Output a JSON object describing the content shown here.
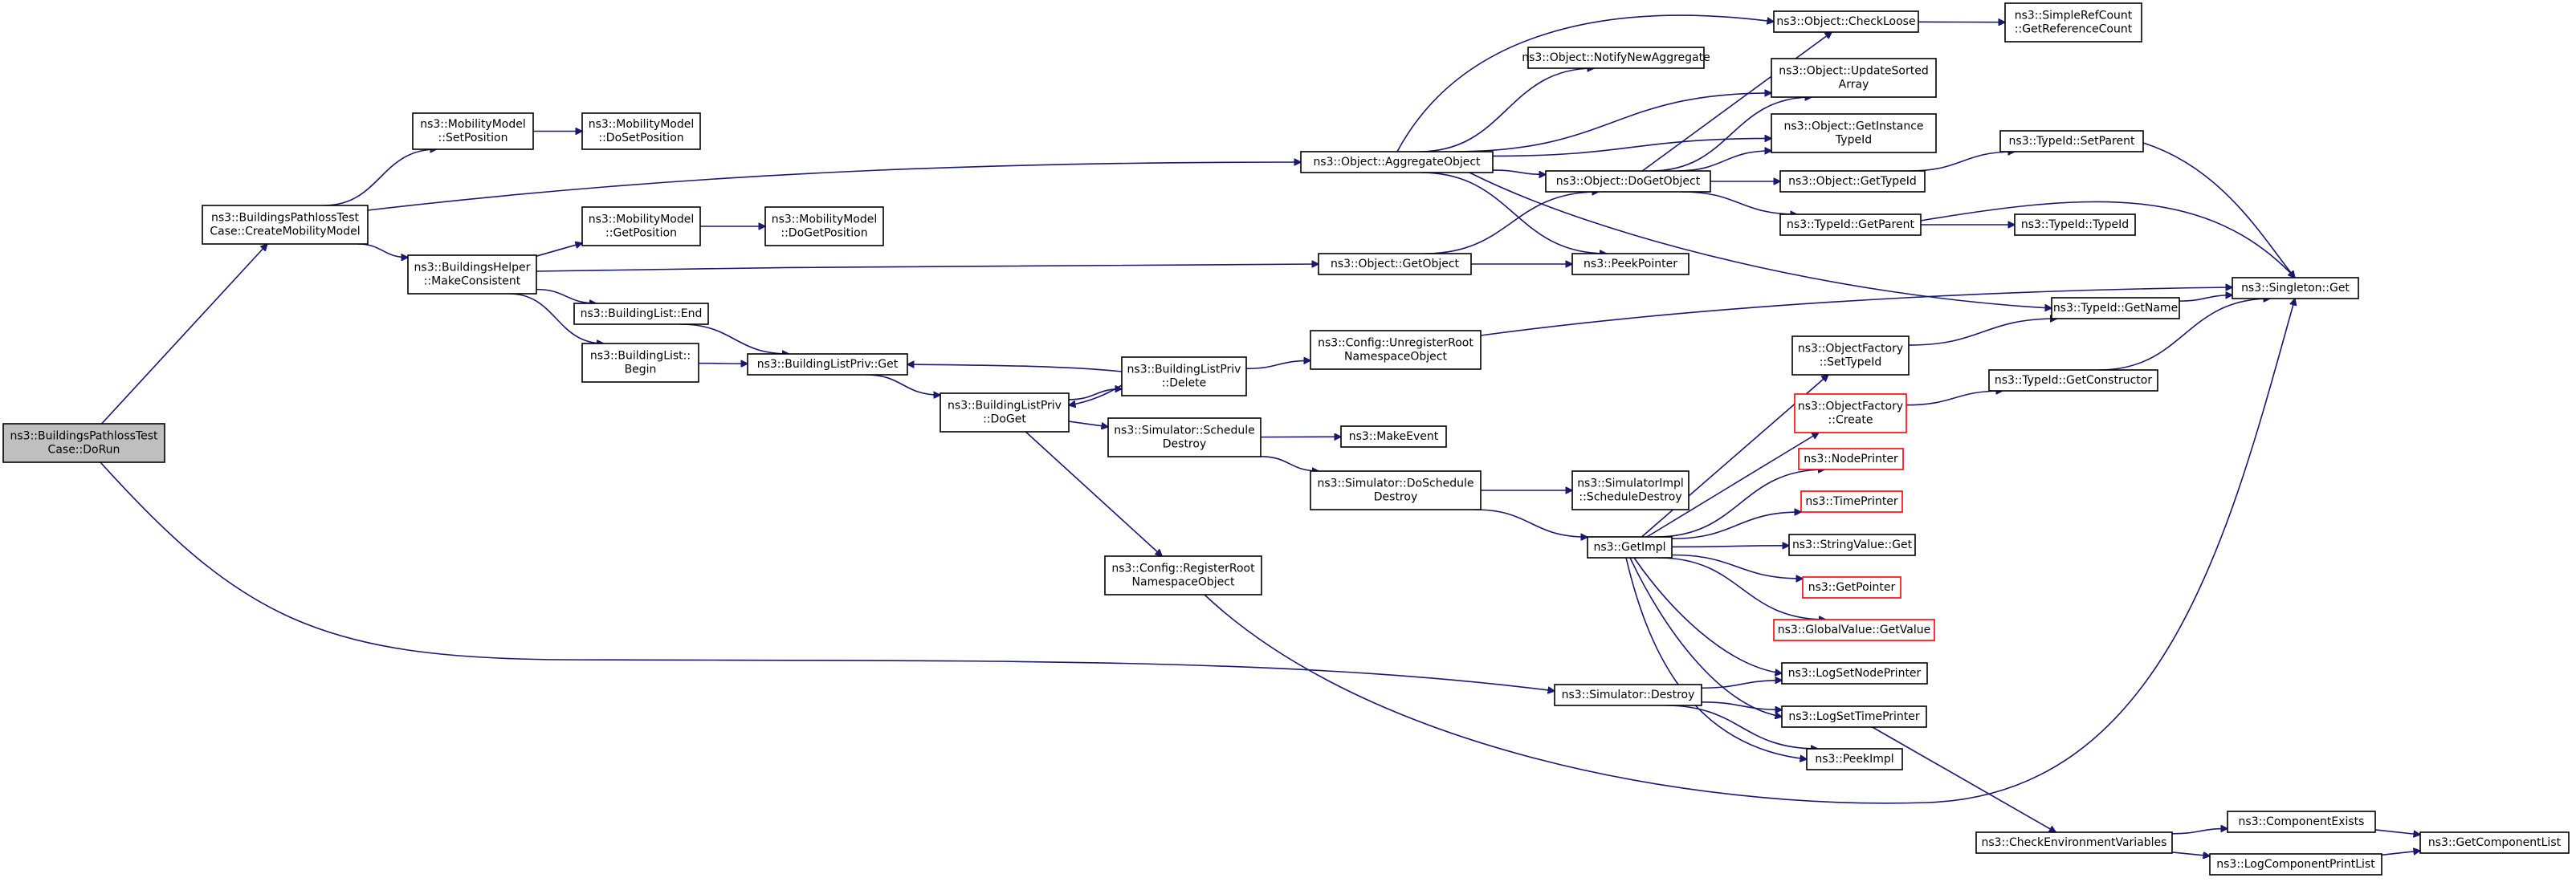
{
  "diagram": {
    "type": "call-graph",
    "colors": {
      "edge": "#191970",
      "node_border": "#000000",
      "truncated_node_border": "#ff0000",
      "root_fill": "#bfbfbf",
      "node_fill": "#ffffff"
    },
    "nodes": [
      {
        "id": "dorun",
        "lines": [
          "ns3::BuildingsPathlossTest",
          "Case::DoRun"
        ],
        "style": "root"
      },
      {
        "id": "createmob",
        "lines": [
          "ns3::BuildingsPathlossTest",
          "Case::CreateMobilityModel"
        ],
        "style": "normal"
      },
      {
        "id": "setpos",
        "lines": [
          "ns3::MobilityModel",
          "::SetPosition"
        ],
        "style": "normal"
      },
      {
        "id": "dosetpos",
        "lines": [
          "ns3::MobilityModel",
          "::DoSetPosition"
        ],
        "style": "normal"
      },
      {
        "id": "makeconsistent",
        "lines": [
          "ns3::BuildingsHelper",
          "::MakeConsistent"
        ],
        "style": "normal"
      },
      {
        "id": "getpos",
        "lines": [
          "ns3::MobilityModel",
          "::GetPosition"
        ],
        "style": "normal"
      },
      {
        "id": "dogetpos",
        "lines": [
          "ns3::MobilityModel",
          "::DoGetPosition"
        ],
        "style": "normal"
      },
      {
        "id": "blend",
        "lines": [
          "ns3::BuildingList::End"
        ],
        "style": "normal"
      },
      {
        "id": "blbegin",
        "lines": [
          "ns3::BuildingList::",
          "Begin"
        ],
        "style": "normal"
      },
      {
        "id": "blpget",
        "lines": [
          "ns3::BuildingListPriv::Get"
        ],
        "style": "normal"
      },
      {
        "id": "blpdoget",
        "lines": [
          "ns3::BuildingListPriv",
          "::DoGet"
        ],
        "style": "normal"
      },
      {
        "id": "blpdelete",
        "lines": [
          "ns3::BuildingListPriv",
          "::Delete"
        ],
        "style": "normal"
      },
      {
        "id": "simschedule",
        "lines": [
          "ns3::Simulator::Schedule",
          "Destroy"
        ],
        "style": "normal"
      },
      {
        "id": "registerroot",
        "lines": [
          "ns3::Config::RegisterRoot",
          "NamespaceObject"
        ],
        "style": "normal"
      },
      {
        "id": "aggregate",
        "lines": [
          "ns3::Object::AggregateObject"
        ],
        "style": "normal"
      },
      {
        "id": "getobject",
        "lines": [
          "ns3::Object::GetObject"
        ],
        "style": "normal"
      },
      {
        "id": "unregister",
        "lines": [
          "ns3::Config::UnregisterRoot",
          "NamespaceObject"
        ],
        "style": "normal"
      },
      {
        "id": "makeevent",
        "lines": [
          "ns3::MakeEvent"
        ],
        "style": "normal"
      },
      {
        "id": "doschedule",
        "lines": [
          "ns3::Simulator::DoSchedule",
          "Destroy"
        ],
        "style": "normal"
      },
      {
        "id": "simdestroy",
        "lines": [
          "ns3::Simulator::Destroy"
        ],
        "style": "normal"
      },
      {
        "id": "notifynew",
        "lines": [
          "ns3::Object::NotifyNewAggregate"
        ],
        "style": "normal"
      },
      {
        "id": "dogetobject",
        "lines": [
          "ns3::Object::DoGetObject"
        ],
        "style": "normal"
      },
      {
        "id": "peekpointer",
        "lines": [
          "ns3::PeekPointer"
        ],
        "style": "normal"
      },
      {
        "id": "simimplsd",
        "lines": [
          "ns3::SimulatorImpl",
          "::ScheduleDestroy"
        ],
        "style": "normal"
      },
      {
        "id": "getimpl",
        "lines": [
          "ns3::GetImpl"
        ],
        "style": "normal"
      },
      {
        "id": "checkloose",
        "lines": [
          "ns3::Object::CheckLoose"
        ],
        "style": "normal"
      },
      {
        "id": "updatesorted",
        "lines": [
          "ns3::Object::UpdateSorted",
          "Array"
        ],
        "style": "normal"
      },
      {
        "id": "getinstance",
        "lines": [
          "ns3::Object::GetInstance",
          "TypeId"
        ],
        "style": "normal"
      },
      {
        "id": "objgettypeid",
        "lines": [
          "ns3::Object::GetTypeId"
        ],
        "style": "normal"
      },
      {
        "id": "getparent",
        "lines": [
          "ns3::TypeId::GetParent"
        ],
        "style": "normal"
      },
      {
        "id": "ofsettypeid",
        "lines": [
          "ns3::ObjectFactory",
          "::SetTypeId"
        ],
        "style": "normal"
      },
      {
        "id": "ofcreate",
        "lines": [
          "ns3::ObjectFactory",
          "::Create"
        ],
        "style": "truncated"
      },
      {
        "id": "nodeprinter",
        "lines": [
          "ns3::NodePrinter"
        ],
        "style": "truncated"
      },
      {
        "id": "timeprinter",
        "lines": [
          "ns3::TimePrinter"
        ],
        "style": "truncated"
      },
      {
        "id": "stringvalue",
        "lines": [
          "ns3::StringValue::Get"
        ],
        "style": "normal"
      },
      {
        "id": "getpointer",
        "lines": [
          "ns3::GetPointer"
        ],
        "style": "truncated"
      },
      {
        "id": "globalvalue",
        "lines": [
          "ns3::GlobalValue::GetValue"
        ],
        "style": "truncated"
      },
      {
        "id": "lognodeprinter",
        "lines": [
          "ns3::LogSetNodePrinter"
        ],
        "style": "normal"
      },
      {
        "id": "logtimeprinter",
        "lines": [
          "ns3::LogSetTimePrinter"
        ],
        "style": "normal"
      },
      {
        "id": "peekimpl",
        "lines": [
          "ns3::PeekImpl"
        ],
        "style": "normal"
      },
      {
        "id": "checkenv",
        "lines": [
          "ns3::CheckEnvironmentVariables"
        ],
        "style": "normal"
      },
      {
        "id": "simplerefcount",
        "lines": [
          "ns3::SimpleRefCount",
          "::GetReferenceCount"
        ],
        "style": "normal"
      },
      {
        "id": "setparent",
        "lines": [
          "ns3::TypeId::SetParent"
        ],
        "style": "normal"
      },
      {
        "id": "typeidtypeid",
        "lines": [
          "ns3::TypeId::TypeId"
        ],
        "style": "normal"
      },
      {
        "id": "getname",
        "lines": [
          "ns3::TypeId::GetName"
        ],
        "style": "normal"
      },
      {
        "id": "getconstructor",
        "lines": [
          "ns3::TypeId::GetConstructor"
        ],
        "style": "normal"
      },
      {
        "id": "singleton",
        "lines": [
          "ns3::Singleton::Get"
        ],
        "style": "normal"
      },
      {
        "id": "compexists",
        "lines": [
          "ns3::ComponentExists"
        ],
        "style": "normal"
      },
      {
        "id": "logcomplist",
        "lines": [
          "ns3::LogComponentPrintList"
        ],
        "style": "normal"
      },
      {
        "id": "getcomplist",
        "lines": [
          "ns3::GetComponentList"
        ],
        "style": "normal"
      }
    ],
    "edges": [
      [
        "dorun",
        "createmob"
      ],
      [
        "dorun",
        "simdestroy"
      ],
      [
        "createmob",
        "setpos"
      ],
      [
        "createmob",
        "makeconsistent"
      ],
      [
        "createmob",
        "aggregate"
      ],
      [
        "setpos",
        "dosetpos"
      ],
      [
        "makeconsistent",
        "getpos"
      ],
      [
        "makeconsistent",
        "blend"
      ],
      [
        "makeconsistent",
        "blbegin"
      ],
      [
        "makeconsistent",
        "getobject"
      ],
      [
        "getpos",
        "dogetpos"
      ],
      [
        "blend",
        "blpget"
      ],
      [
        "blbegin",
        "blpget"
      ],
      [
        "blpget",
        "blpdoget"
      ],
      [
        "blpdoget",
        "blpdelete"
      ],
      [
        "blpdoget",
        "simschedule"
      ],
      [
        "blpdoget",
        "registerroot"
      ],
      [
        "blpdelete",
        "blpget"
      ],
      [
        "blpdelete",
        "blpdoget"
      ],
      [
        "blpdelete",
        "unregister"
      ],
      [
        "simschedule",
        "makeevent"
      ],
      [
        "simschedule",
        "doschedule"
      ],
      [
        "doschedule",
        "simimplsd"
      ],
      [
        "doschedule",
        "getimpl"
      ],
      [
        "registerroot",
        "singleton"
      ],
      [
        "unregister",
        "singleton"
      ],
      [
        "aggregate",
        "checkloose"
      ],
      [
        "aggregate",
        "notifynew"
      ],
      [
        "aggregate",
        "updatesorted"
      ],
      [
        "aggregate",
        "getinstance"
      ],
      [
        "aggregate",
        "dogetobject"
      ],
      [
        "aggregate",
        "peekpointer"
      ],
      [
        "aggregate",
        "getname"
      ],
      [
        "getobject",
        "dogetobject"
      ],
      [
        "getobject",
        "peekpointer"
      ],
      [
        "dogetobject",
        "checkloose"
      ],
      [
        "dogetobject",
        "updatesorted"
      ],
      [
        "dogetobject",
        "getinstance"
      ],
      [
        "dogetobject",
        "objgettypeid"
      ],
      [
        "dogetobject",
        "getparent"
      ],
      [
        "checkloose",
        "simplerefcount"
      ],
      [
        "objgettypeid",
        "setparent"
      ],
      [
        "setparent",
        "singleton"
      ],
      [
        "getparent",
        "typeidtypeid"
      ],
      [
        "getparent",
        "singleton"
      ],
      [
        "getname",
        "singleton"
      ],
      [
        "ofsettypeid",
        "getname"
      ],
      [
        "ofcreate",
        "getconstructor"
      ],
      [
        "getconstructor",
        "singleton"
      ],
      [
        "getimpl",
        "ofsettypeid"
      ],
      [
        "getimpl",
        "ofcreate"
      ],
      [
        "getimpl",
        "nodeprinter"
      ],
      [
        "getimpl",
        "timeprinter"
      ],
      [
        "getimpl",
        "stringvalue"
      ],
      [
        "getimpl",
        "getpointer"
      ],
      [
        "getimpl",
        "globalvalue"
      ],
      [
        "getimpl",
        "lognodeprinter"
      ],
      [
        "getimpl",
        "logtimeprinter"
      ],
      [
        "getimpl",
        "peekimpl"
      ],
      [
        "simdestroy",
        "lognodeprinter"
      ],
      [
        "simdestroy",
        "logtimeprinter"
      ],
      [
        "simdestroy",
        "peekimpl"
      ],
      [
        "logtimeprinter",
        "checkenv"
      ],
      [
        "checkenv",
        "compexists"
      ],
      [
        "checkenv",
        "logcomplist"
      ],
      [
        "compexists",
        "getcomplist"
      ],
      [
        "logcomplist",
        "getcomplist"
      ]
    ]
  }
}
